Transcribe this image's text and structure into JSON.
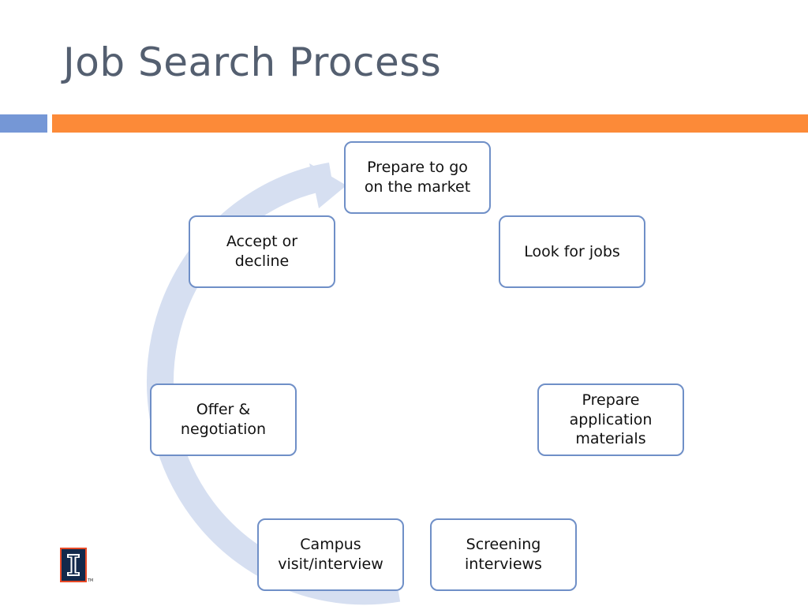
{
  "title": "Job Search Process",
  "colors": {
    "title": "#545f70",
    "accent_blue": "#7597d6",
    "accent_orange": "#fc8a38",
    "cycle_arrow": "#d6dff1",
    "node_border": "#6f8fc7",
    "logo_navy": "#13294b",
    "logo_orange": "#e84a27"
  },
  "cycle": {
    "steps": [
      {
        "label": "Prepare to go\non the market"
      },
      {
        "label": "Look for jobs"
      },
      {
        "label": "Prepare\napplication\nmaterials"
      },
      {
        "label": "Screening\ninterviews"
      },
      {
        "label": "Campus\nvisit/interview"
      },
      {
        "label": "Offer &\nnegotiation"
      },
      {
        "label": "Accept or\ndecline"
      }
    ]
  },
  "logo": {
    "icon": "block-i-logo-icon",
    "trademark": "TM"
  }
}
